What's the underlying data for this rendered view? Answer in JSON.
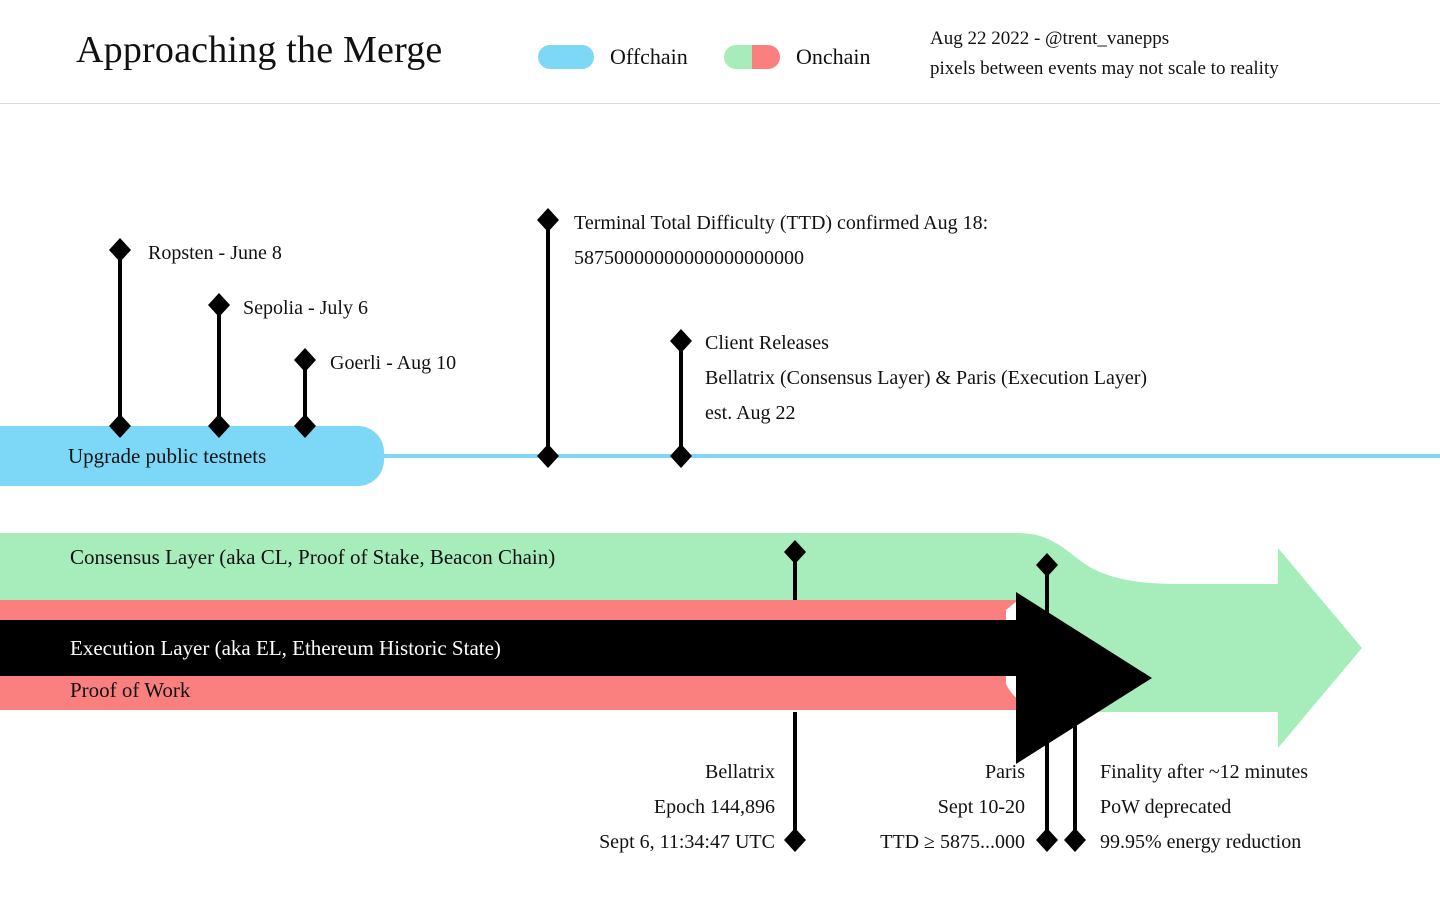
{
  "header": {
    "title": "Approaching the Merge",
    "legend": [
      {
        "key": "offchain",
        "label": "Offchain",
        "swatch": "solid-blue",
        "color": "#7DD8F7"
      },
      {
        "key": "onchain",
        "label": "Onchain",
        "swatch": "split-green-red",
        "colors": [
          "#A6EDBB",
          "#FA8080"
        ]
      }
    ],
    "meta_line1": "Aug 22 2022 - @trent_vanepps",
    "meta_line2": "pixels between events may not scale to reality"
  },
  "testnet_events": [
    {
      "name": "ropsten",
      "label": "Ropsten - June 8"
    },
    {
      "name": "sepolia",
      "label": "Sepolia - July 6"
    },
    {
      "name": "goerli",
      "label": "Goerli - Aug 10"
    }
  ],
  "offchain_track": {
    "bar_label": "Upgrade public testnets"
  },
  "timeline_events": [
    {
      "name": "ttd-confirmed",
      "lines": [
        "Terminal Total Difficulty (TTD) confirmed Aug 18:",
        "58750000000000000000000"
      ]
    },
    {
      "name": "client-releases",
      "lines": [
        "Client Releases",
        "Bellatrix (Consensus Layer) & Paris (Execution Layer)",
        "est. Aug 22"
      ]
    }
  ],
  "layers": {
    "consensus_label": "Consensus Layer (aka CL, Proof of Stake, Beacon Chain)",
    "execution_label": "Execution Layer (aka EL, Ethereum Historic State)",
    "pow_label": "Proof of Work"
  },
  "merge_events": [
    {
      "name": "bellatrix",
      "align": "right",
      "lines": [
        "Bellatrix",
        "Epoch 144,896",
        "Sept 6, 11:34:47 UTC"
      ]
    },
    {
      "name": "paris",
      "align": "right",
      "lines": [
        "Paris",
        "Sept 10-20",
        "TTD ≥ 5875...000"
      ]
    },
    {
      "name": "post-merge",
      "align": "left",
      "lines": [
        "Finality after ~12 minutes",
        "PoW deprecated",
        "99.95% energy reduction"
      ]
    }
  ],
  "colors": {
    "offchain_blue": "#7DD8F7",
    "consensus_green": "#A6EDBB",
    "pow_red": "#FA8080",
    "execution_black": "#000000",
    "background": "#FFFFFF",
    "text": "#111111",
    "header_rule": "#D9D9D9"
  }
}
